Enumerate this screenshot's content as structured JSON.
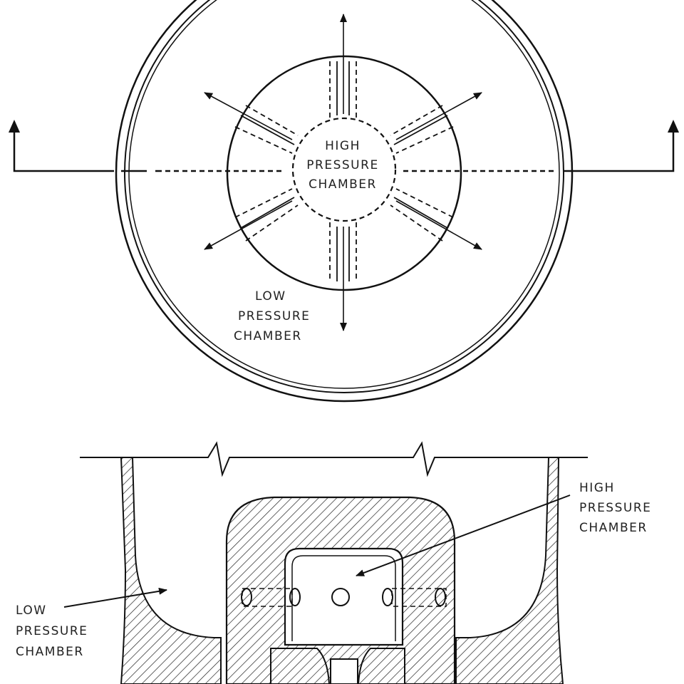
{
  "top_view": {
    "high_chamber_label": [
      "HIGH",
      "PRESSURE",
      "CHAMBER"
    ],
    "low_chamber_label": [
      "LOW",
      "PRESSURE",
      "CHAMBER"
    ]
  },
  "section_view": {
    "high_chamber_label": [
      "HIGH",
      "PRESSURE",
      "CHAMBER"
    ],
    "low_chamber_label": [
      "LOW",
      "PRESSURE",
      "CHAMBER"
    ]
  }
}
